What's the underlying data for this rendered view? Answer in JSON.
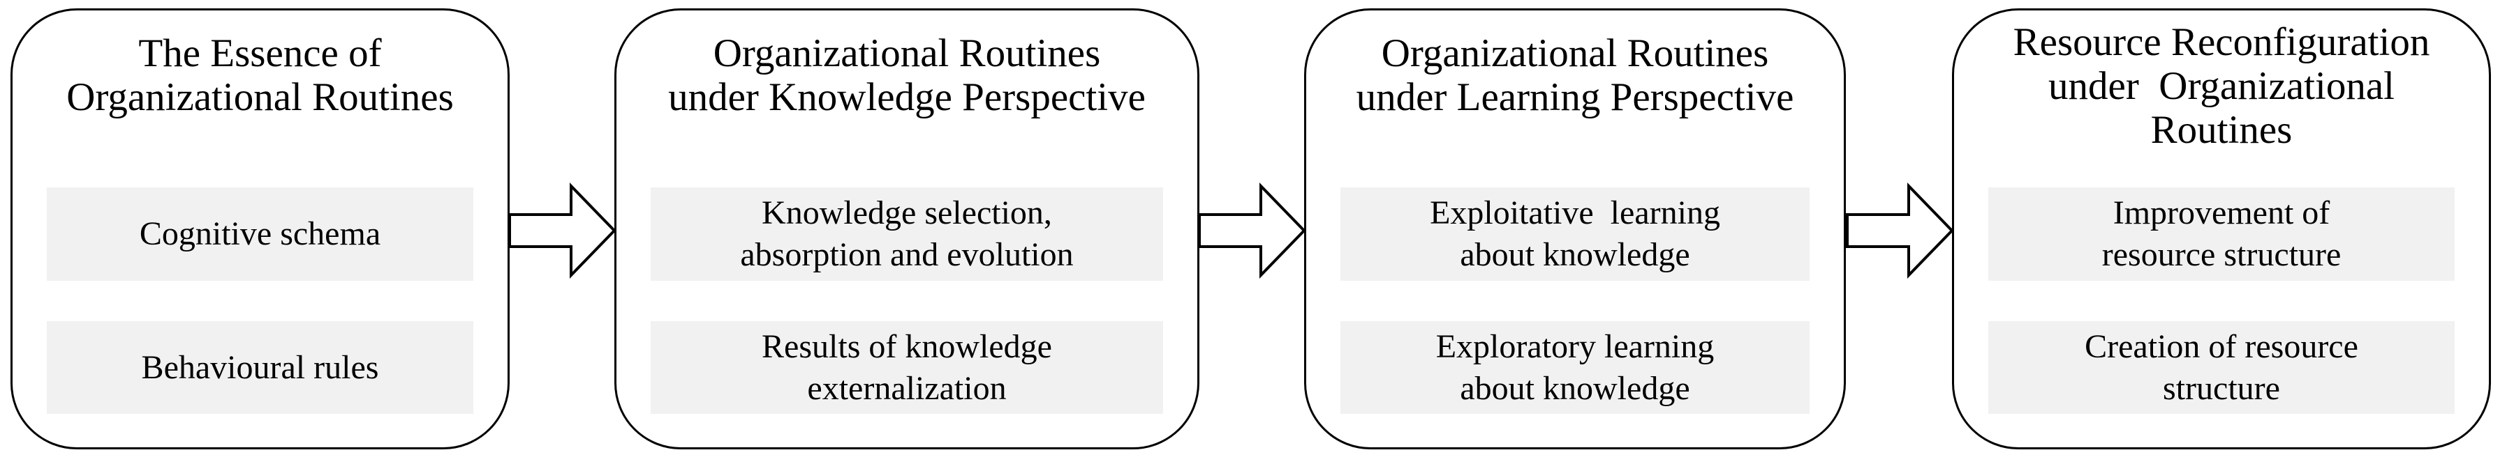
{
  "diagram": {
    "background_color": "#ffffff",
    "border_color": "#000000",
    "text_color": "#000000",
    "subtopic_fill_color": "#f1f1f1",
    "boxes": [
      {
        "title": "The Essence of\nOrganizational Routines",
        "items": [
          "Cognitive schema",
          "Behavioural rules"
        ]
      },
      {
        "title": "Organizational Routines\nunder Knowledge Perspective",
        "items": [
          "Knowledge selection,\nabsorption and evolution",
          "Results of knowledge\nexternalization"
        ]
      },
      {
        "title": "Organizational Routines\nunder Learning Perspective",
        "items": [
          "Exploitative  learning\nabout knowledge",
          "Exploratory learning\nabout knowledge"
        ]
      },
      {
        "title": "Resource Reconfiguration\nunder  Organizational\nRoutines",
        "items": [
          "Improvement of\nresource structure",
          "Creation of resource\nstructure"
        ]
      }
    ],
    "arrows": [
      {
        "name": "flow-arrow-1",
        "direction": "right"
      },
      {
        "name": "flow-arrow-2",
        "direction": "right"
      },
      {
        "name": "flow-arrow-3",
        "direction": "right"
      }
    ]
  }
}
